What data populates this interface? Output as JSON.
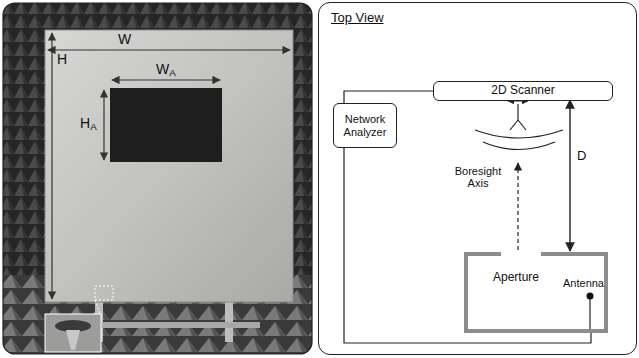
{
  "diagram": {
    "nodes": [
      {
        "text": [
          "Top View"
        ]
      },
      {
        "text": [
          "2D Scanner"
        ],
        "in": 0
      },
      {
        "text": [
          "Network Analyzer"
        ],
        "in": 0
      },
      {
        "text": [
          "Aperture",
          "Antenna"
        ],
        "in": 0
      }
    ],
    "edges": [
      {
        "from": 2,
        "to": 1,
        "arrow": "none"
      },
      {
        "from": 2,
        "to": 3,
        "arrow": "none"
      }
    ],
    "labels": [
      "W",
      "H",
      "WA",
      "HA",
      "Boresight Axis",
      "D"
    ]
  }
}
